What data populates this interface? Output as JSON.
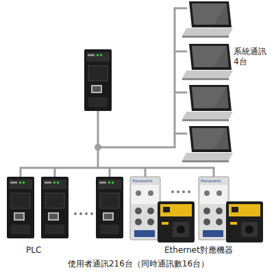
{
  "diagram": {
    "labels": [
      "系統通訊 4台",
      "Panasonic",
      "Panasonic",
      "PLC",
      "Ethernet對應機器",
      "使用者通訊216台（同時通訊數16台）"
    ]
  }
}
